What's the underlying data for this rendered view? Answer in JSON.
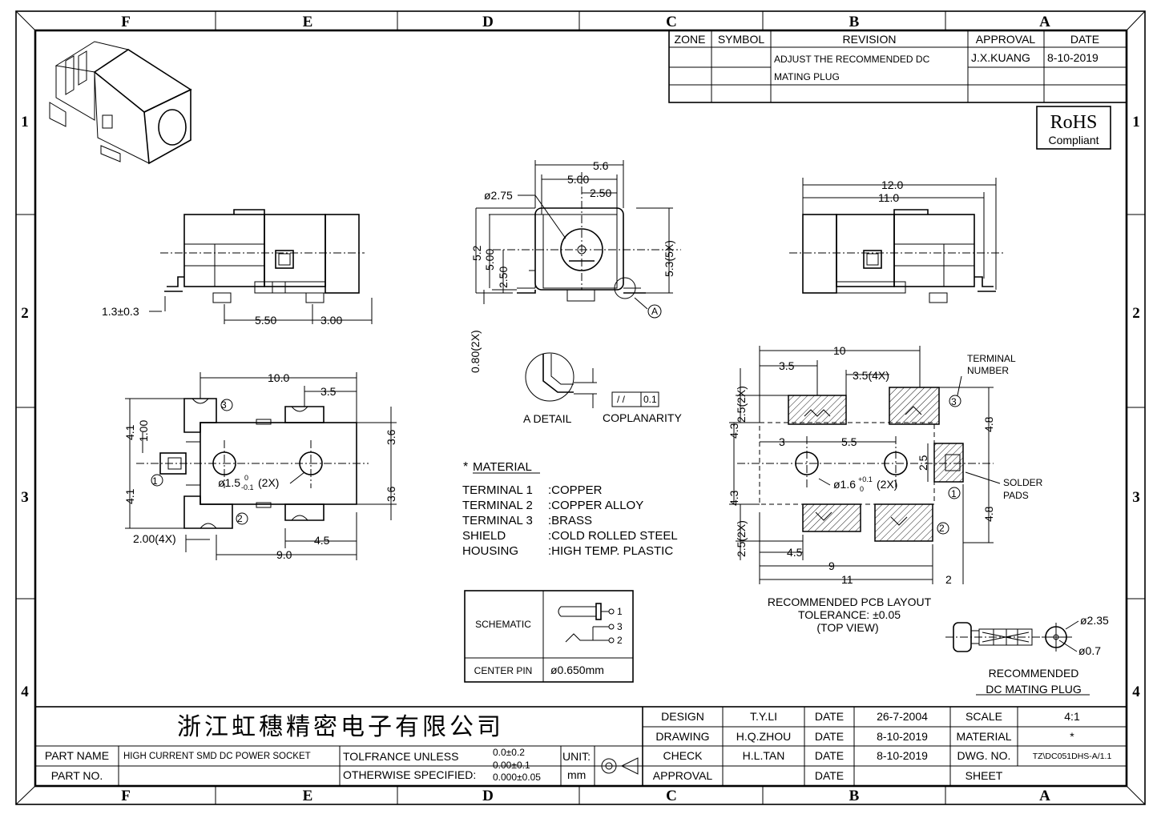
{
  "border": {
    "zones_cols": [
      "F",
      "E",
      "D",
      "C",
      "B",
      "A"
    ],
    "zones_rows": [
      "1",
      "2",
      "3",
      "4"
    ]
  },
  "revision_block": {
    "headers": [
      "ZONE",
      "SYMBOL",
      "REVISION",
      "APPROVAL",
      "DATE"
    ],
    "rows": [
      {
        "zone": "",
        "symbol": "",
        "revision_line1": "ADJUST THE RECOMMENDED DC",
        "revision_line2": "MATING PLUG",
        "approval": "J.X.KUANG",
        "date": "8-10-2019"
      }
    ]
  },
  "rohs": {
    "title": "RoHS",
    "subtitle": "Compliant"
  },
  "dims": {
    "side_left": {
      "d1": "1.3±0.3",
      "d2": "5.50",
      "d3": "3.00"
    },
    "front": {
      "w1": "5.6",
      "w2": "5.00",
      "w3": "2.50",
      "dia": "ø2.75",
      "h1": "5.2",
      "h2": "5.00",
      "h3": "2.50",
      "h4": "5.3(5X)",
      "h5": "0.80(2X)",
      "detail": "A"
    },
    "side_right": {
      "d1": "12.0",
      "d2": "11.0"
    },
    "top": {
      "d1": "10.0",
      "d2": "3.5",
      "d3": "4.1",
      "d4": "1.00",
      "d5": "4.1",
      "d6": "3.6",
      "d7": "3.6",
      "d8": "ø1.5",
      "d8_sup": "0",
      "d8_sub": "-0.1",
      "d8_suffix": "(2X)",
      "d9": "2.00(4X)",
      "d10": "4.5",
      "d11": "9.0",
      "t1": "1",
      "t2": "2",
      "t3": "3"
    },
    "detail": {
      "label": "A DETAIL",
      "coplanarity": "COPLANARITY",
      "coplanarity_sym": "/ /",
      "coplanarity_val": "0.1"
    },
    "pcb": {
      "d1": "10",
      "d2": "3.5",
      "d3": "3.5(4X)",
      "d4": "2.5(2X)",
      "d5": "4.3",
      "d6": "3",
      "d7": "5.5",
      "d8": "4.8",
      "d9": "2.5",
      "d10": "4.3",
      "d11": "4.8",
      "d12": "2.5(2X)",
      "d13": "4.5",
      "d14": "9",
      "d15": "11",
      "d16": "2",
      "hole": "ø1.6",
      "hole_sup": "+0.1",
      "hole_sub": "0",
      "hole_suffix": "(2X)",
      "terminal_number": "TERMINAL NUMBER",
      "terminal_number_l1": "TERMINAL",
      "terminal_number_l2": "NUMBER",
      "solder_pads_l1": "SOLDER",
      "solder_pads_l2": "PADS",
      "t1": "1",
      "t2": "2",
      "t3": "3"
    }
  },
  "material": {
    "title": "MATERIAL",
    "items": [
      {
        "part": "TERMINAL 1",
        "value": ":COPPER"
      },
      {
        "part": "TERMINAL 2",
        "value": ":COPPER ALLOY"
      },
      {
        "part": "TERMINAL 3",
        "value": ":BRASS"
      },
      {
        "part": "SHIELD",
        "value": ":COLD ROLLED STEEL"
      },
      {
        "part": "HOUSING",
        "value": ":HIGH TEMP. PLASTIC"
      }
    ]
  },
  "pcb_layout": {
    "line1": "RECOMMENDED PCB LAYOUT",
    "line2": "TOLERANCE: ±0.05",
    "line3": "(TOP VIEW)"
  },
  "schematic": {
    "label": "SCHEMATIC",
    "center_pin_label": "CENTER PIN",
    "center_pin_value": "ø0.650mm",
    "pins": [
      "1",
      "3",
      "2"
    ]
  },
  "mating_plug": {
    "d1": "ø2.35",
    "d2": "ø0.7",
    "line1": "RECOMMENDED",
    "line2": "DC MATING PLUG"
  },
  "title_block": {
    "company": "浙江虹穗精密电子有限公司",
    "part_name_label": "PART NAME",
    "part_name": "HIGH CURRENT SMD DC POWER SOCKET",
    "part_no_label": "PART NO.",
    "part_no": "",
    "tol_line1": "TOLFRANCE UNLESS",
    "tol_line2": "OTHERWISE SPECIFIED:",
    "tol_v1": "0.0±0.2",
    "tol_v2": "0.00±0.1",
    "tol_v3": "0.000±0.05",
    "unit_label": "UNIT:",
    "unit": "mm",
    "rows": [
      {
        "role": "DESIGN",
        "name": "T.Y.LI",
        "date_label": "DATE",
        "date": "26-7-2004",
        "k": "SCALE",
        "v": "4:1"
      },
      {
        "role": "DRAWING",
        "name": "H.Q.ZHOU",
        "date_label": "DATE",
        "date": "8-10-2019",
        "k": "MATERIAL",
        "v": "*"
      },
      {
        "role": "CHECK",
        "name": "H.L.TAN",
        "date_label": "DATE",
        "date": "8-10-2019",
        "k": "DWG. NO.",
        "v": "TZ\\DC051DHS-A/1.1"
      },
      {
        "role": "APPROVAL",
        "name": "",
        "date_label": "DATE",
        "date": "",
        "k": "SHEET",
        "v": ""
      }
    ]
  }
}
